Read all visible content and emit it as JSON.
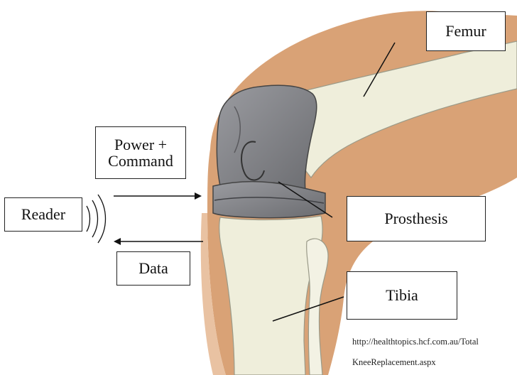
{
  "labels": {
    "femur": "Femur",
    "power_line1": "Power +",
    "power_line2": "Command",
    "reader": "Reader",
    "prosthesis": "Prosthesis",
    "data": "Data",
    "tibia": "Tibia"
  },
  "source": {
    "line1": "http://healthtopics.hcf.com.au/Total",
    "line2": "KneeReplacement.aspx"
  },
  "colors": {
    "skin": "#d9a276",
    "skin_light": "#e9c2a2",
    "bone": "#efeedb",
    "bone_outline": "#8a8a78",
    "prosthesis_metal": "#7b7c80",
    "prosthesis_dark": "#55565a",
    "line": "#111111"
  }
}
